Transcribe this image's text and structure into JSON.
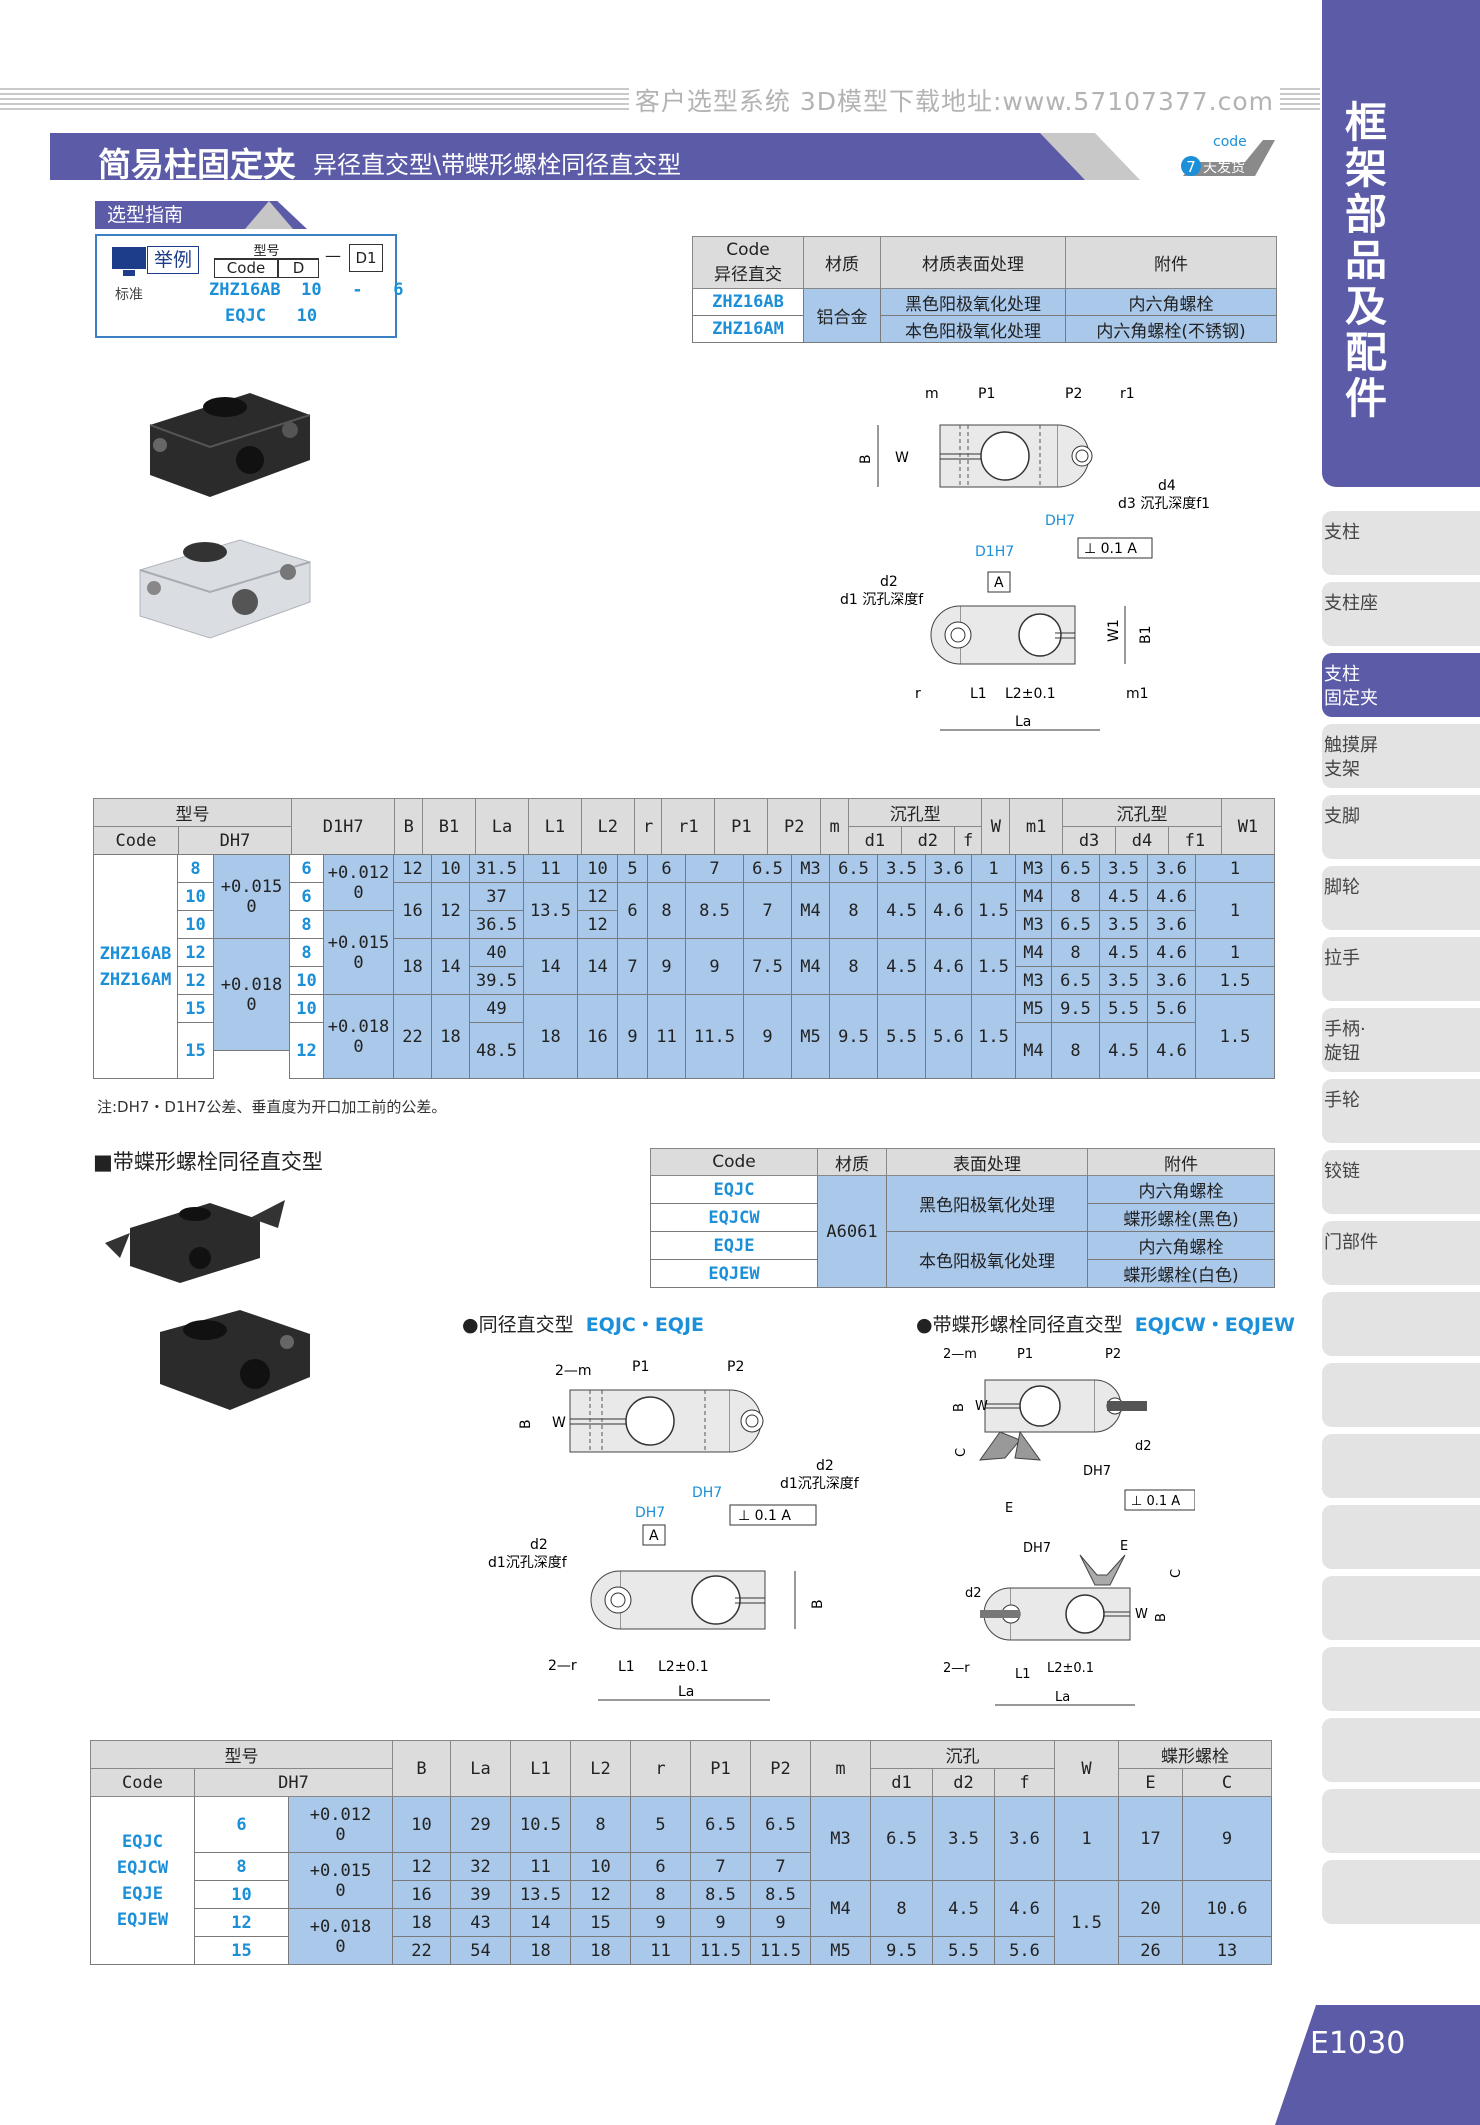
{
  "header": {
    "site": "客户选型系统  3D模型下载地址:www.57107377.com",
    "title": "简易柱固定夹",
    "subtitle": "异径直交型\\带蝶形螺栓同径直交型",
    "badge_code": "code",
    "badge_num": "7",
    "badge_text": "天发货"
  },
  "sidebar": {
    "title_chars": [
      "框",
      "架",
      "部",
      "品",
      "及",
      "配",
      "件"
    ],
    "items": [
      "支柱",
      "支柱座",
      "支柱\n固定夹",
      "触摸屏\n支架",
      "支脚",
      "脚轮",
      "拉手",
      "手柄·\n旋钮",
      "手轮",
      "铰链",
      "门部件"
    ],
    "page": "E1030"
  },
  "guide": {
    "tag": "选型指南",
    "example": "举例",
    "standard": "标准",
    "h_model": "型号",
    "h_code": "Code",
    "h_d": "D",
    "dash": "—",
    "h_d1": "D1",
    "row1": "ZHZ16AB  10   -   6",
    "row2": "EQJC   10"
  },
  "mat1": {
    "headers": [
      "Code\n异径直交",
      "材质",
      "材质表面处理",
      "附件"
    ],
    "rows": [
      [
        "ZHZ16AB",
        "铝合金",
        "黑色阳极氧化处理",
        "内六角螺栓"
      ],
      [
        "ZHZ16AM",
        "",
        "本色阳极氧化处理",
        "内六角螺栓(不锈钢)"
      ]
    ]
  },
  "drawing1": {
    "m": "m",
    "P1": "P1",
    "P2": "P2",
    "r1": "r1",
    "B": "B",
    "W": "W",
    "d4": "d4",
    "d3f1": "d3 沉孔深度f1",
    "DH7": "DH7",
    "tol": "⊥ 0.1 A",
    "D1H7": "D1H7",
    "A": "A",
    "d2": "d2",
    "d1f": "d1 沉孔深度f",
    "B1": "B1",
    "W1": "W1",
    "r": "r",
    "L1": "L1",
    "L2": "L2±0.1",
    "m1": "m1",
    "La": "La"
  },
  "spec1": {
    "h_model": "型号",
    "h_code": "Code",
    "h_dh7": "DH7",
    "h_d1h7": "D1H7",
    "h_B": "B",
    "h_B1": "B1",
    "h_La": "La",
    "h_L1": "L1",
    "h_L2": "L2",
    "h_r": "r",
    "h_r1": "r1",
    "h_P1": "P1",
    "h_P2": "P2",
    "h_m": "m",
    "h_cb": "沉孔型",
    "h_d1": "d1",
    "h_d2": "d2",
    "h_f": "f",
    "h_W": "W",
    "h_m1": "m1",
    "h_cb2": "沉孔型",
    "h_d3": "d3",
    "h_d4": "d4",
    "h_f1": "f1",
    "h_W1": "W1",
    "code": "ZHZ16AB\nZHZ16AM",
    "D": [
      "8",
      "10",
      "10",
      "12",
      "12",
      "15",
      "15"
    ],
    "tolD": [
      "+0.015\n0",
      "+0.018\n0"
    ],
    "D1": [
      "6",
      "6",
      "8",
      "8",
      "10",
      "10",
      "12"
    ],
    "tolD1": [
      "+0.012\n0",
      "+0.015\n0",
      "+0.018\n0"
    ],
    "B": [
      "12",
      "16",
      "18",
      "22"
    ],
    "B1": [
      "10",
      "12",
      "14",
      "18"
    ],
    "La": [
      "31.5",
      "37",
      "36.5",
      "40",
      "39.5",
      "49",
      "48.5"
    ],
    "L1": [
      "11",
      "13.5",
      "14",
      "18"
    ],
    "L2": [
      "10",
      "12",
      "12",
      "14",
      "16"
    ],
    "r": [
      "5",
      "6",
      "7",
      "9"
    ],
    "r1": [
      "6",
      "8",
      "9",
      "11"
    ],
    "P1": [
      "7",
      "8.5",
      "9",
      "11.5"
    ],
    "P2": [
      "6.5",
      "7",
      "7.5",
      "9"
    ],
    "m": [
      "M3",
      "M4",
      "M4",
      "M5"
    ],
    "d1": [
      "6.5",
      "8",
      "8",
      "9.5"
    ],
    "d2": [
      "3.5",
      "4.5",
      "4.5",
      "5.5"
    ],
    "f": [
      "3.6",
      "4.6",
      "4.6",
      "5.6"
    ],
    "W": [
      "1",
      "1.5",
      "1.5",
      "1.5"
    ],
    "m1": [
      "M3",
      "M4",
      "M3",
      "M4",
      "M3",
      "M5",
      "M4"
    ],
    "d3": [
      "6.5",
      "8",
      "6.5",
      "8",
      "6.5",
      "9.5",
      "8"
    ],
    "d4": [
      "3.5",
      "4.5",
      "3.5",
      "4.5",
      "3.5",
      "5.5",
      "4.5"
    ],
    "f1": [
      "3.6",
      "4.6",
      "3.6",
      "4.6",
      "3.6",
      "5.6",
      "4.6"
    ],
    "W1": [
      "1",
      "1",
      "1",
      "1.5",
      "1.5"
    ],
    "note": "注:DH7・D1H7公差、垂直度为开口加工前的公差。"
  },
  "section2": {
    "title": "■带蝶形螺栓同径直交型",
    "headers": [
      "Code",
      "材质",
      "表面处理",
      "附件"
    ],
    "codes": [
      "EQJC",
      "EQJCW",
      "EQJE",
      "EQJEW"
    ],
    "material": "A6061",
    "finish": [
      "黑色阳极氧化处理",
      "本色阳极氧化处理"
    ],
    "acc": [
      "内六角螺栓",
      "蝶形螺栓(黑色)",
      "内六角螺栓",
      "蝶形螺栓(白色)"
    ],
    "fig1_title": "●同径直交型",
    "fig1_codes": "EQJC・EQJE",
    "fig2_title": "●带蝶形螺栓同径直交型",
    "fig2_codes": "EQJCW・EQJEW"
  },
  "drawing2": {
    "m2": "2—m",
    "P1": "P1",
    "P2": "P2",
    "B": "B",
    "W": "W",
    "d2": "d2",
    "d1f": "d1沉孔深度f",
    "DH7": "DH7",
    "tol": "⊥ 0.1 A",
    "A": "A",
    "r2": "2—r",
    "L1": "L1",
    "L2": "L2±0.1",
    "La": "La",
    "C": "C",
    "E": "E"
  },
  "spec2": {
    "h_model": "型号",
    "h_code": "Code",
    "h_dh7": "DH7",
    "h_B": "B",
    "h_La": "La",
    "h_L1": "L1",
    "h_L2": "L2",
    "h_r": "r",
    "h_P1": "P1",
    "h_P2": "P2",
    "h_m": "m",
    "h_cb": "沉孔",
    "h_d1": "d1",
    "h_d2": "d2",
    "h_f": "f",
    "h_W": "W",
    "h_wing": "蝶形螺栓",
    "h_E": "E",
    "h_C": "C",
    "codes": [
      "EQJC",
      "EQJCW",
      "EQJE",
      "EQJEW"
    ],
    "D": [
      "6",
      "8",
      "10",
      "12",
      "15"
    ],
    "tol": [
      "+0.012\n0",
      "+0.015\n0",
      "+0.018\n0"
    ],
    "B": [
      "10",
      "12",
      "16",
      "18",
      "22"
    ],
    "La": [
      "29",
      "32",
      "39",
      "43",
      "54"
    ],
    "L1": [
      "10.5",
      "11",
      "13.5",
      "14",
      "18"
    ],
    "L2": [
      "8",
      "10",
      "12",
      "15",
      "18"
    ],
    "r": [
      "5",
      "6",
      "8",
      "9",
      "11"
    ],
    "P1": [
      "6.5",
      "7",
      "8.5",
      "9",
      "11.5"
    ],
    "P2": [
      "6.5",
      "7",
      "8.5",
      "9",
      "11.5"
    ],
    "m": [
      "M3",
      "M4",
      "M5"
    ],
    "d1": [
      "6.5",
      "8",
      "9.5"
    ],
    "d2": [
      "3.5",
      "4.5",
      "5.5"
    ],
    "f": [
      "3.6",
      "4.6",
      "5.6"
    ],
    "W": [
      "1",
      "1.5"
    ],
    "E": [
      "17",
      "20",
      "26"
    ],
    "C": [
      "9",
      "10.6",
      "13"
    ]
  }
}
